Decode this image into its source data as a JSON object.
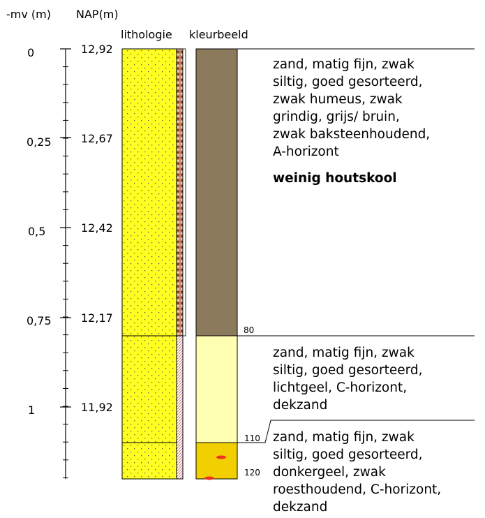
{
  "headers": {
    "mv": "-mv (m)",
    "nap": "NAP(m)",
    "lithologie": "lithologie",
    "kleurbeeld": "kleurbeeld"
  },
  "depth_ticks": [
    {
      "mv": "0",
      "nap": "12,92"
    },
    {
      "mv": "0,25",
      "nap": "12,67"
    },
    {
      "mv": "0,5",
      "nap": "12,42"
    },
    {
      "mv": "0,75",
      "nap": "12,17"
    },
    {
      "mv": "1",
      "nap": "11,92"
    }
  ],
  "layer_boundaries": [
    "80",
    "110",
    "120"
  ],
  "layers": [
    {
      "description": "zand, matig fijn, zwak\nsiltig, goed gesorteerd,\nzwak humeus, zwak\ngrindig, grijs/ bruin,\nzwak baksteenhoudend,\nA-horizont",
      "note": "weinig houtskool",
      "color": "#8b7a5c"
    },
    {
      "description": "zand, matig fijn, zwak\nsiltig, goed gesorteerd,\nlichtgeel, C-horizont,\ndekzand",
      "color": "#ffffb3"
    },
    {
      "description": "zand, matig fijn, zwak\nsiltig, goed gesorteerd,\ndonkergeel, zwak\nroesthoudend, C-horizont,\ndekzand",
      "color": "#f2cf00"
    }
  ],
  "colors": {
    "lithology_fill": "#ffff22",
    "brick_fill": "#c98a6a",
    "mottle": "#ee3322"
  }
}
